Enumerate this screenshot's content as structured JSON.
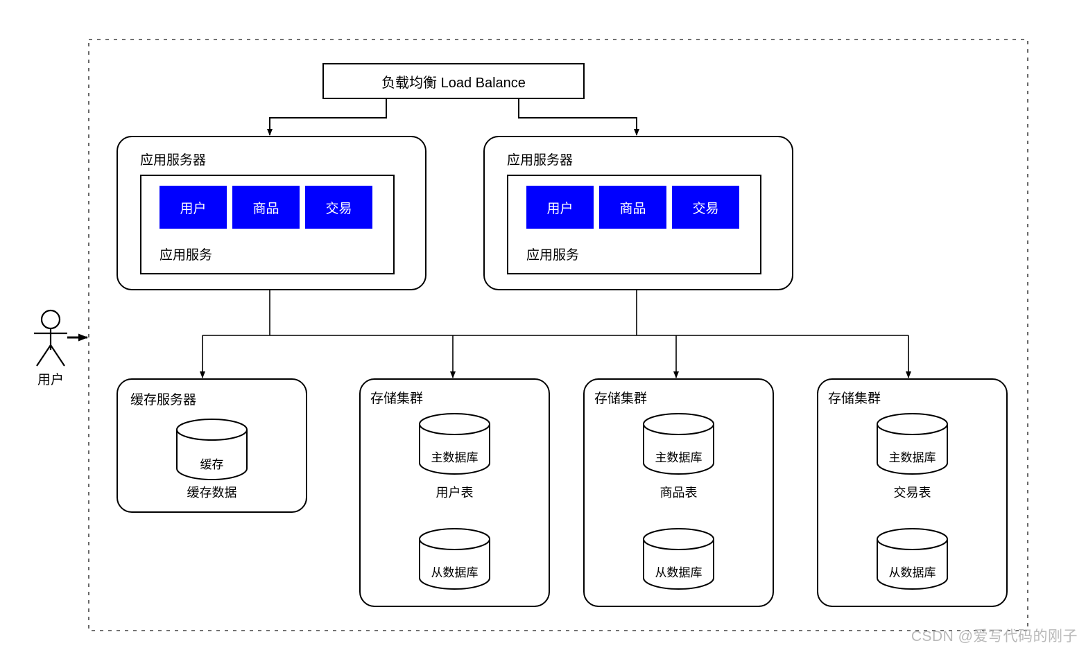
{
  "diagram": {
    "boundary": {
      "name": "system-boundary",
      "style": "dashed"
    },
    "actor": {
      "label": "用户",
      "icon": "stick-figure-actor-icon"
    },
    "load_balancer": {
      "label": "负载均衡 Load Balance"
    },
    "app_servers": [
      {
        "title": "应用服务器",
        "group_label": "应用服务",
        "services": [
          "用户",
          "商品",
          "交易"
        ]
      },
      {
        "title": "应用服务器",
        "group_label": "应用服务",
        "services": [
          "用户",
          "商品",
          "交易"
        ]
      }
    ],
    "cache_server": {
      "title": "缓存服务器",
      "cylinder_label": "缓存",
      "caption": "缓存数据"
    },
    "storage_clusters": [
      {
        "title": "存储集群",
        "master_label": "主数据库",
        "caption": "用户表",
        "slave_label": "从数据库"
      },
      {
        "title": "存储集群",
        "master_label": "主数据库",
        "caption": "商品表",
        "slave_label": "从数据库"
      },
      {
        "title": "存储集群",
        "master_label": "主数据库",
        "caption": "交易表",
        "slave_label": "从数据库"
      }
    ],
    "watermark": "CSDN @爱写代码的刚子",
    "colors": {
      "service_fill": "#0000ff",
      "service_text": "#ffffff",
      "stroke": "#000000",
      "background": "#ffffff",
      "watermark": "#b9b9b9"
    }
  }
}
